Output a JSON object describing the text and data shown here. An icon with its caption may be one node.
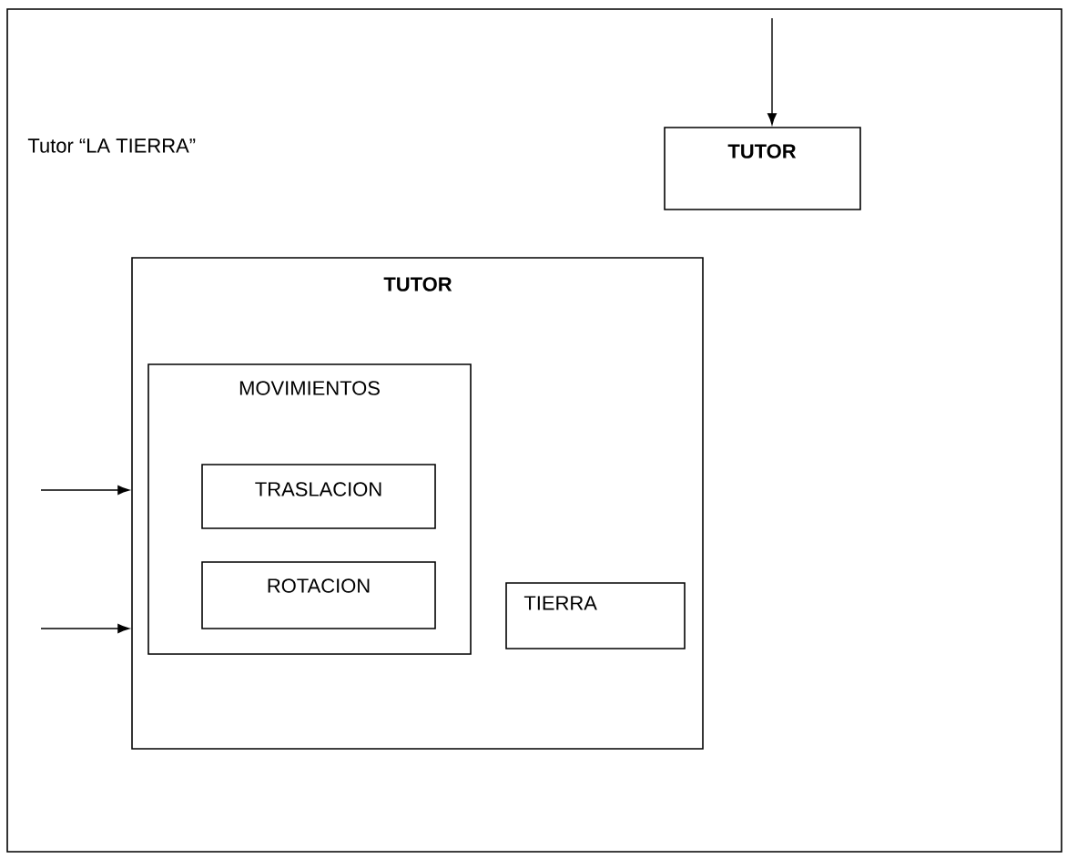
{
  "diagram": {
    "nodes": [
      {
        "text": [
          "Tutor “LA TIERRA”"
        ]
      },
      {
        "text": [
          "TUTOR"
        ],
        "in": 0
      },
      {
        "text": [
          "TUTOR"
        ],
        "in": 0
      },
      {
        "text": [
          "MOVIMIENTOS"
        ],
        "in": 2
      },
      {
        "text": [
          "TRASLACION"
        ],
        "in": 3
      },
      {
        "text": [
          "ROTACION"
        ],
        "in": 3
      },
      {
        "text": [
          "TIERRA"
        ],
        "in": 2
      }
    ],
    "edges": [
      {
        "from": null,
        "to": 1,
        "arrow": "to"
      },
      {
        "from": null,
        "to": 2,
        "arrow": "to"
      },
      {
        "from": null,
        "to": 2,
        "arrow": "to"
      }
    ]
  }
}
